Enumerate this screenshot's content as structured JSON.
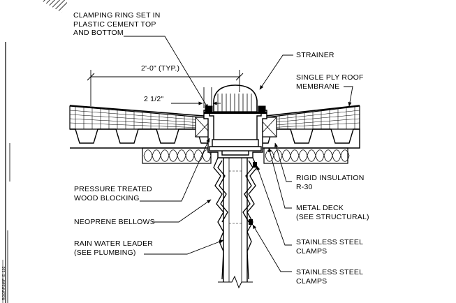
{
  "labels": {
    "clamping_ring": [
      "CLAMPING RING SET IN",
      "PLASTIC CEMENT TOP",
      "AND BOTTOM"
    ],
    "dim_typ": "2'-0\" (TYP.)",
    "dim_half": "2 1/2\"",
    "strainer": "STRAINER",
    "membrane": [
      "SINGLE PLY ROOF",
      "MEMBRANE"
    ],
    "insulation": [
      "RIGID INSULATION",
      "R-30"
    ],
    "blocking": [
      "PRESSURE TREATED",
      "WOOD BLOCKING"
    ],
    "deck": [
      "METAL DECK",
      "(SEE STRUCTURAL)"
    ],
    "bellows": [
      "NEOPRENE BELLOWS"
    ],
    "clamps1": [
      "STAINLESS STEEL",
      "CLAMPS"
    ],
    "leader": [
      "RAIN WATER LEADER",
      "(SEE PLUMBING)"
    ],
    "clamps2": [
      "STAINLESS STEEL",
      "CLAMPS"
    ]
  },
  "sheet_ref": "ROOF\\PSM\\F_E_102"
}
